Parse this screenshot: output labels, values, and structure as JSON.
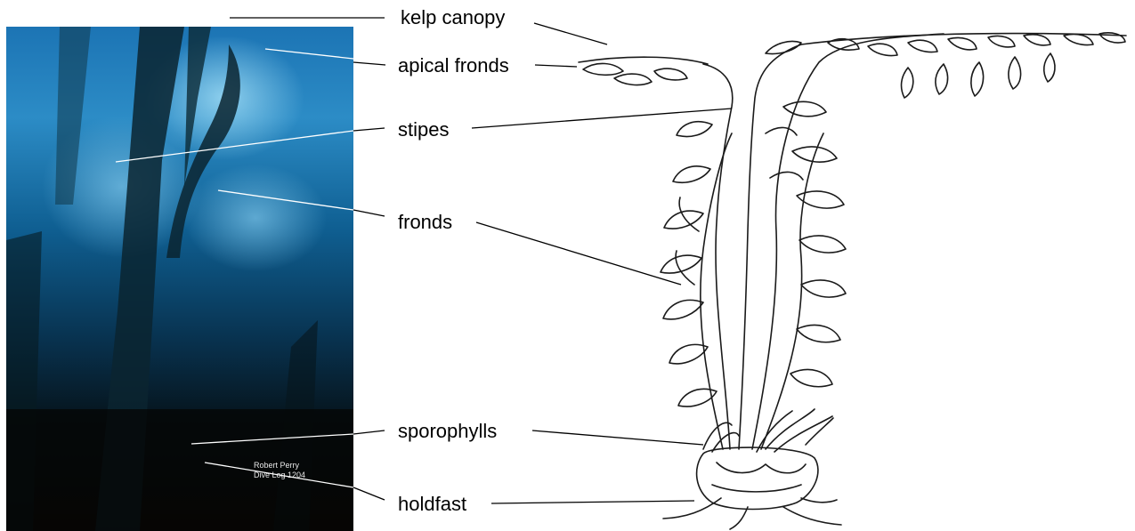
{
  "labels": {
    "kelp_canopy": "kelp canopy",
    "apical_fronds": "apical fronds",
    "stipes": "stipes",
    "fronds": "fronds",
    "sporophylls": "sporophylls",
    "holdfast": "holdfast"
  },
  "photo": {
    "credit_line1": "Robert Perry",
    "credit_line2": "Dive Log 1204"
  },
  "colors": {
    "water_light": "#4aa8d8",
    "water_mid": "#0f5f9a",
    "water_dark": "#0a0806",
    "kelp_dark": "#0b1f25",
    "leader_line_photo": "#ffffff",
    "leader_line_white": "#000000"
  },
  "icons": {
    "photo": "kelp-forest-photo",
    "drawing": "kelp-plant-drawing"
  }
}
